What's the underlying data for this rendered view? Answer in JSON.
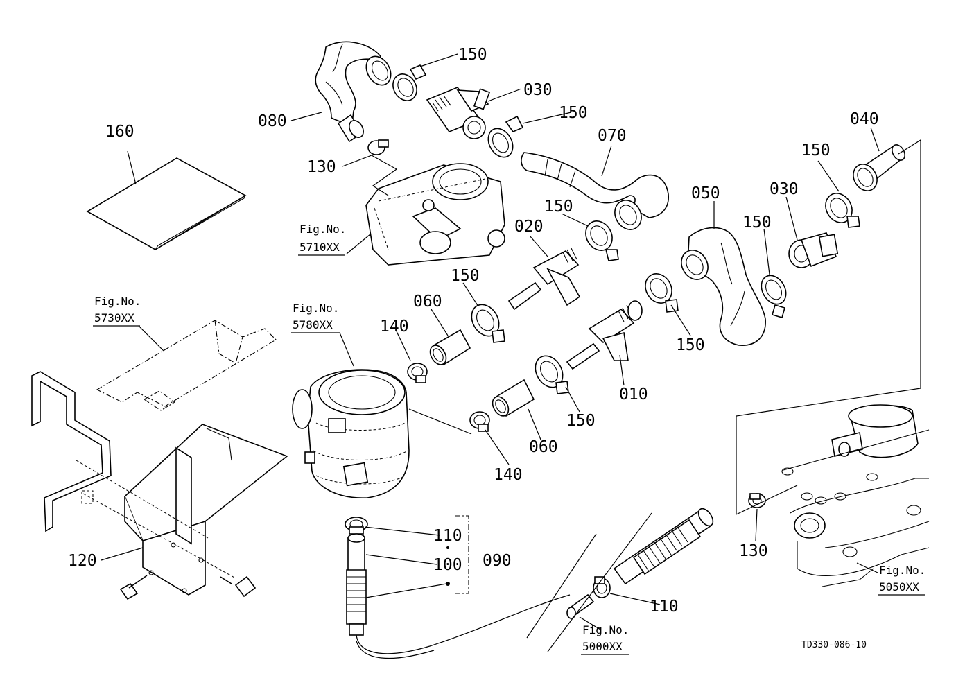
{
  "callouts": {
    "c010": "010",
    "c020": "020",
    "c030a": "030",
    "c030b": "030",
    "c040": "040",
    "c050": "050",
    "c060a": "060",
    "c060b": "060",
    "c070": "070",
    "c080": "080",
    "c090": "090",
    "c100": "100",
    "c110a": "110",
    "c110b": "110",
    "c120": "120",
    "c130a": "130",
    "c130b": "130",
    "c140a": "140",
    "c140b": "140",
    "c150a": "150",
    "c150b": "150",
    "c150c": "150",
    "c150d": "150",
    "c150e": "150",
    "c150f": "150",
    "c150g": "150",
    "c160": "160"
  },
  "figure_refs": {
    "f5710": {
      "label": "Fig.No.",
      "number": "5710XX"
    },
    "f5730": {
      "label": "Fig.No.",
      "number": "5730XX"
    },
    "f5780": {
      "label": "Fig.No.",
      "number": "5780XX"
    },
    "f5050": {
      "label": "Fig.No.",
      "number": "5050XX"
    },
    "f5000": {
      "label": "Fig.No.",
      "number": "5000XX"
    }
  },
  "diagram_code": "TD330-086-10"
}
